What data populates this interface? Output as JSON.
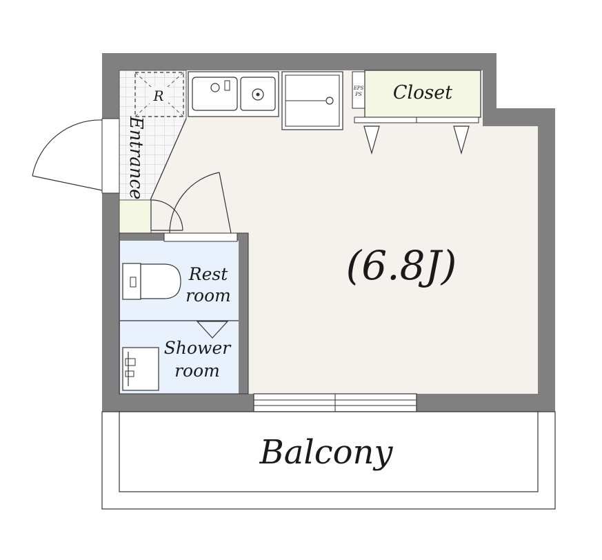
{
  "labels": {
    "entrance": "Entrance",
    "refrigerator": "R",
    "closet": "Closet",
    "eps_ps_line1": "EPS",
    "eps_ps_line2": "PS",
    "rest_room_line1": "Rest",
    "rest_room_line2": "room",
    "shower_room_line1": "Shower",
    "shower_room_line2": "room",
    "main_room": "(6.8J)",
    "balcony": "Balcony"
  },
  "colors": {
    "wall": "#808080",
    "floor_main": "#f5f2ee",
    "wet_area": "#e9f2fc",
    "closet": "#f4f7e4",
    "entrance_tile": "#f7f7f7",
    "line": "#1a1a1a"
  }
}
